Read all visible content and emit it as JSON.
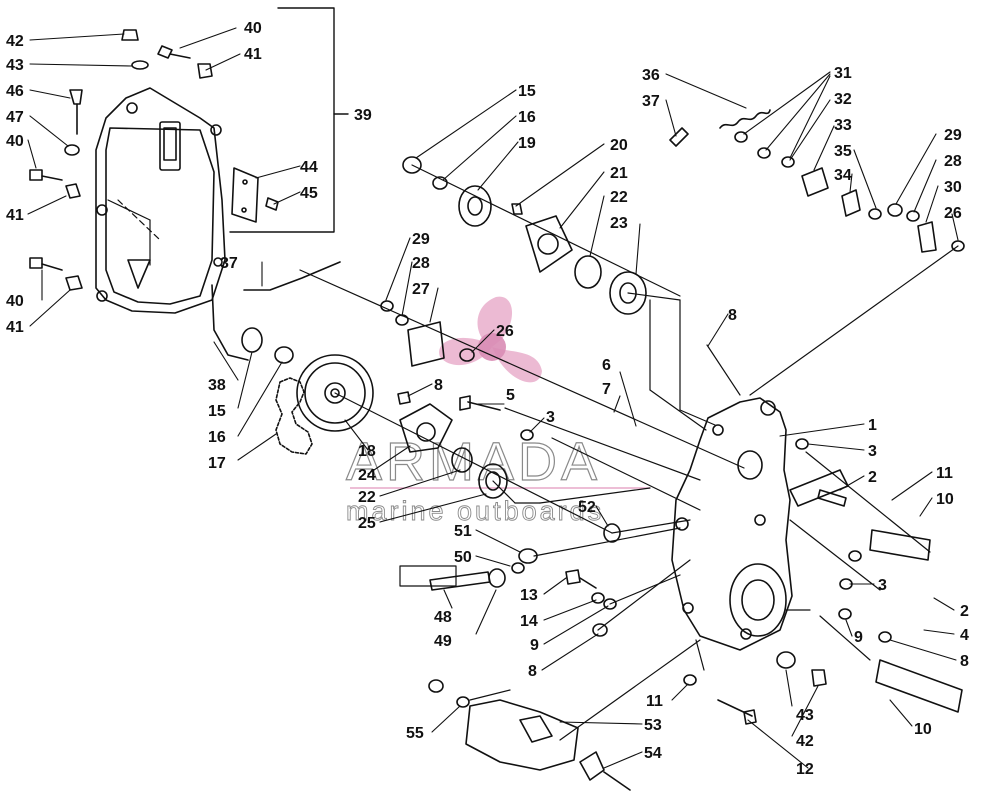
{
  "watermark": {
    "brand": "ARMADA",
    "tagline": "marine outboards",
    "accent_color": "#e7a9c8"
  },
  "callouts": [
    {
      "id": "c42",
      "label": "42"
    },
    {
      "id": "c43",
      "label": "43"
    },
    {
      "id": "c46",
      "label": "46"
    },
    {
      "id": "c47",
      "label": "47"
    },
    {
      "id": "c40a",
      "label": "40"
    },
    {
      "id": "c41a",
      "label": "41"
    },
    {
      "id": "c40b",
      "label": "40"
    },
    {
      "id": "c41b",
      "label": "41"
    },
    {
      "id": "c40c",
      "label": "40"
    },
    {
      "id": "c41c",
      "label": "41"
    },
    {
      "id": "c39",
      "label": "39"
    },
    {
      "id": "c44",
      "label": "44"
    },
    {
      "id": "c45",
      "label": "45"
    },
    {
      "id": "c37a",
      "label": "37"
    },
    {
      "id": "c38",
      "label": "38"
    },
    {
      "id": "c15a",
      "label": "15"
    },
    {
      "id": "c16a",
      "label": "16"
    },
    {
      "id": "c17",
      "label": "17"
    },
    {
      "id": "c18",
      "label": "18"
    },
    {
      "id": "c24",
      "label": "24"
    },
    {
      "id": "c22a",
      "label": "22"
    },
    {
      "id": "c25",
      "label": "25"
    },
    {
      "id": "c29a",
      "label": "29"
    },
    {
      "id": "c28a",
      "label": "28"
    },
    {
      "id": "c27",
      "label": "27"
    },
    {
      "id": "c26a",
      "label": "26"
    },
    {
      "id": "c8a",
      "label": "8"
    },
    {
      "id": "c5",
      "label": "5"
    },
    {
      "id": "c3a",
      "label": "3"
    },
    {
      "id": "c15b",
      "label": "15"
    },
    {
      "id": "c16b",
      "label": "16"
    },
    {
      "id": "c19",
      "label": "19"
    },
    {
      "id": "c20",
      "label": "20"
    },
    {
      "id": "c21",
      "label": "21"
    },
    {
      "id": "c22b",
      "label": "22"
    },
    {
      "id": "c23",
      "label": "23"
    },
    {
      "id": "c36",
      "label": "36"
    },
    {
      "id": "c37b",
      "label": "37"
    },
    {
      "id": "c31",
      "label": "31"
    },
    {
      "id": "c32",
      "label": "32"
    },
    {
      "id": "c33",
      "label": "33"
    },
    {
      "id": "c35",
      "label": "35"
    },
    {
      "id": "c34",
      "label": "34"
    },
    {
      "id": "c29b",
      "label": "29"
    },
    {
      "id": "c28b",
      "label": "28"
    },
    {
      "id": "c30",
      "label": "30"
    },
    {
      "id": "c26b",
      "label": "26"
    },
    {
      "id": "c8b",
      "label": "8"
    },
    {
      "id": "c6",
      "label": "6"
    },
    {
      "id": "c7",
      "label": "7"
    },
    {
      "id": "c1",
      "label": "1"
    },
    {
      "id": "c3b",
      "label": "3"
    },
    {
      "id": "c2a",
      "label": "2"
    },
    {
      "id": "c11a",
      "label": "11"
    },
    {
      "id": "c10a",
      "label": "10"
    },
    {
      "id": "c3c",
      "label": "3"
    },
    {
      "id": "c2b",
      "label": "2"
    },
    {
      "id": "c9a",
      "label": "9"
    },
    {
      "id": "c4",
      "label": "4"
    },
    {
      "id": "c8c",
      "label": "8"
    },
    {
      "id": "c52",
      "label": "52"
    },
    {
      "id": "c51",
      "label": "51"
    },
    {
      "id": "c50",
      "label": "50"
    },
    {
      "id": "c48",
      "label": "48"
    },
    {
      "id": "c49",
      "label": "49"
    },
    {
      "id": "c13",
      "label": "13"
    },
    {
      "id": "c14",
      "label": "14"
    },
    {
      "id": "c9b",
      "label": "9"
    },
    {
      "id": "c8d",
      "label": "8"
    },
    {
      "id": "c11b",
      "label": "11"
    },
    {
      "id": "c43b",
      "label": "43"
    },
    {
      "id": "c42b",
      "label": "42"
    },
    {
      "id": "c10b",
      "label": "10"
    },
    {
      "id": "c12",
      "label": "12"
    },
    {
      "id": "c55",
      "label": "55"
    },
    {
      "id": "c53",
      "label": "53"
    },
    {
      "id": "c54",
      "label": "54"
    }
  ]
}
